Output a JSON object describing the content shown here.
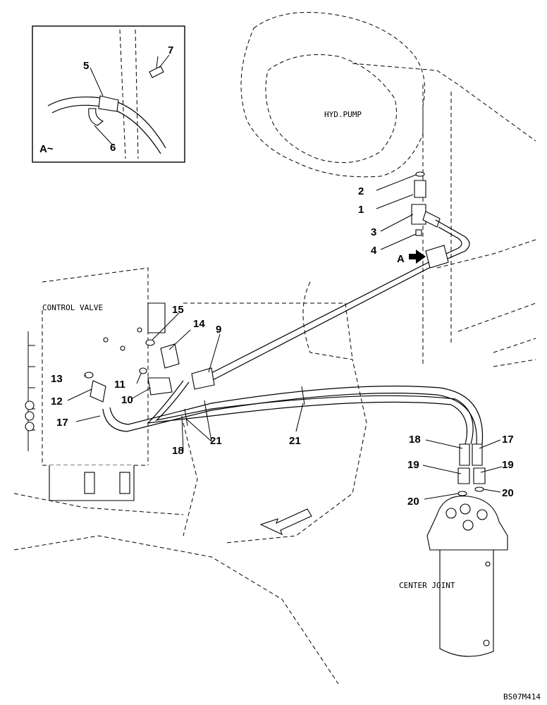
{
  "diagram": {
    "component_labels": {
      "hyd_pump": "HYD.PUMP",
      "control_valve": "CONTROL VALVE",
      "center_joint": "CENTER JOINT"
    },
    "view_marker": "A",
    "inset_label": "A~",
    "drawing_code": "BS07M414",
    "callouts": {
      "c1": "1",
      "c2": "2",
      "c3": "3",
      "c4": "4",
      "c5": "5",
      "c6": "6",
      "c7": "7",
      "c9": "9",
      "c10": "10",
      "c11": "11",
      "c12": "12",
      "c13": "13",
      "c14": "14",
      "c15": "15",
      "c17a": "17",
      "c17b": "17",
      "c18a": "18",
      "c18b": "18",
      "c19a": "19",
      "c19b": "19",
      "c20a": "20",
      "c20b": "20",
      "c21a": "21",
      "c21b": "21"
    }
  }
}
